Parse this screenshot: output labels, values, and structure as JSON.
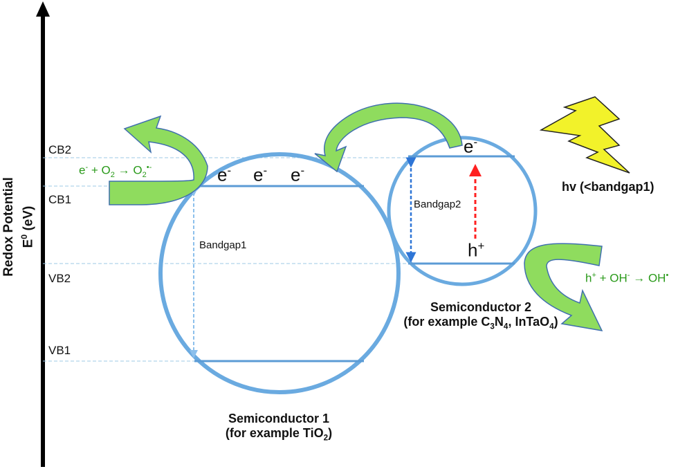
{
  "axis": {
    "title_line1": "Redox Potential",
    "title_e": "E",
    "title_sup": "0",
    "title_unit": " (eV)"
  },
  "levels": {
    "cb2": "CB2",
    "cb1": "CB1",
    "vb2": "VB2",
    "vb1": "VB1"
  },
  "sc1": {
    "electrons": [
      "e",
      "e",
      "e"
    ],
    "electron_sup": "-",
    "bandgap": "Bandgap1",
    "name": "Semiconductor 1",
    "example_prefix": "(for example TiO",
    "example_sub": "2",
    "example_suffix": ")"
  },
  "sc2": {
    "electron": "e",
    "electron_sup": "-",
    "hole": "h",
    "hole_sup": "+",
    "bandgap": "Bandgap2",
    "name": "Semiconductor 2",
    "example_prefix": "(for example C",
    "example_sub1": "3",
    "example_mid1": "N",
    "example_sub2": "4",
    "example_mid2": ", InTaO",
    "example_sub3": "4",
    "example_suffix": ")"
  },
  "light": {
    "label": "hv (<bandgap1)"
  },
  "reaction_reduction": {
    "e": "e",
    "e_sup": "-",
    "plus_o2": "+ O",
    "o2_sub": "2",
    "arrow": "→",
    "product": "O",
    "product_sub": "2",
    "product_sup": "•-"
  },
  "reaction_oxidation": {
    "h": "h",
    "h_sup": "+",
    "plus_oh": " + OH",
    "oh_sup": "-",
    "arrow": "→",
    "product": "OH",
    "product_sup": "•"
  },
  "colors": {
    "circle": "#6aaae0",
    "band_line": "#5b9bd5",
    "dashed_level": "#9cc8e6",
    "arrow_green_dark": "#70ad47",
    "arrow_green_light": "#a9e87a",
    "arrow_outline": "#3f6fae",
    "bolt": "#f2f22a",
    "red_arrow": "#ff2020",
    "blue_arrow": "#2e75d6",
    "reaction_text": "#2a9a1a"
  }
}
